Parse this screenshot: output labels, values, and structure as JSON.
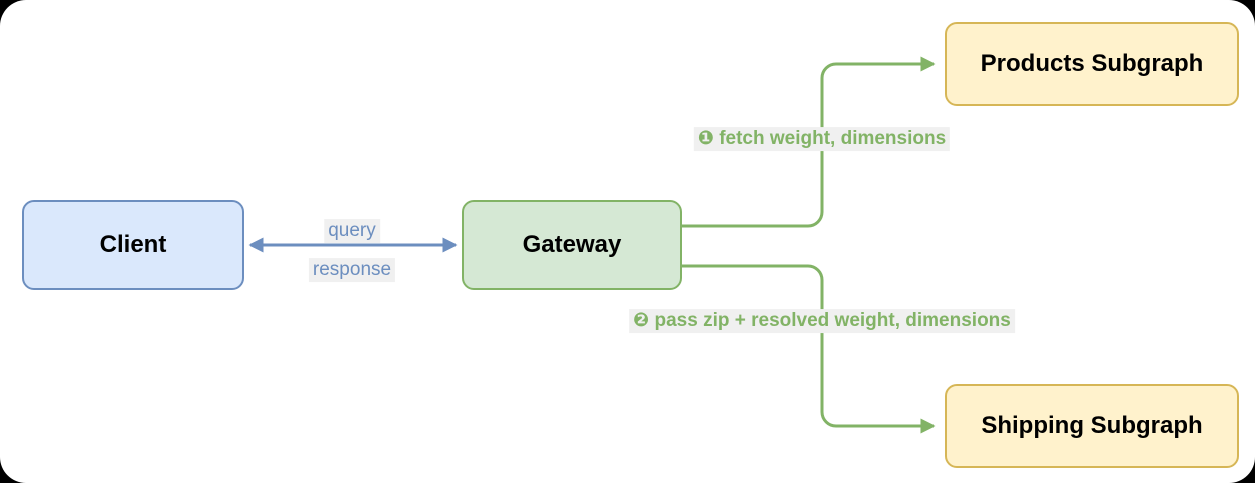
{
  "diagram": {
    "nodes": {
      "client": {
        "label": "Client",
        "fill": "#dae8fc",
        "border": "#6c8ebf"
      },
      "gateway": {
        "label": "Gateway",
        "fill": "#d5e8d4",
        "border": "#82b366"
      },
      "products_subgraph": {
        "label": "Products Subgraph",
        "fill": "#fff2cc",
        "border": "#d6b656"
      },
      "shipping_subgraph": {
        "label": "Shipping Subgraph",
        "fill": "#fff2cc",
        "border": "#d6b656"
      }
    },
    "edges": {
      "client_gateway": {
        "label_top": "query",
        "label_bottom": "response",
        "color": "#6c8ebf",
        "style": "double-arrow"
      },
      "gateway_products": {
        "label": "❶ fetch weight, dimensions",
        "color": "#82b366",
        "style": "arrow"
      },
      "gateway_shipping": {
        "label": "❷ pass zip + resolved weight, dimensions",
        "color": "#82b366",
        "style": "arrow"
      }
    },
    "colors": {
      "canvas_background": "#ffffff",
      "label_background": "#f0f0f0",
      "node_text": "#000000"
    }
  }
}
